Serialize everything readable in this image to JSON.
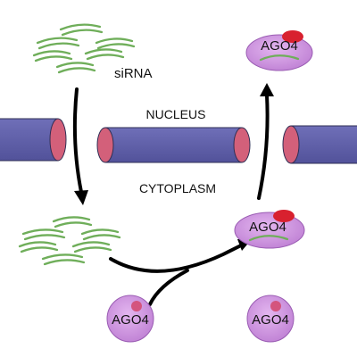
{
  "labels": {
    "sirna": "siRNA",
    "nucleus": "NUCLEUS",
    "cytoplasm": "CYTOPLASM"
  },
  "ago4": {
    "label": "AGO4",
    "loaded_nucleus": "AGO4",
    "loaded_cytoplasm": "AGO4",
    "free_incoming": "AGO4",
    "free_idle": "AGO4"
  },
  "colors": {
    "membrane_tube": "#5f5fa6",
    "membrane_outline": "#2f2f55",
    "membrane_end": "#d3607a",
    "sirna_strand": "#6fae5a",
    "ago4_fill": "#c487d8",
    "ago4_outline": "#9a5cb3",
    "ago4_cap": "#d8212f",
    "ago4_dot": "#d4547e",
    "arrow": "#000000"
  },
  "icons": {
    "sirna": "sirna-duplex-icon",
    "ago4": "ago4-protein-icon"
  }
}
